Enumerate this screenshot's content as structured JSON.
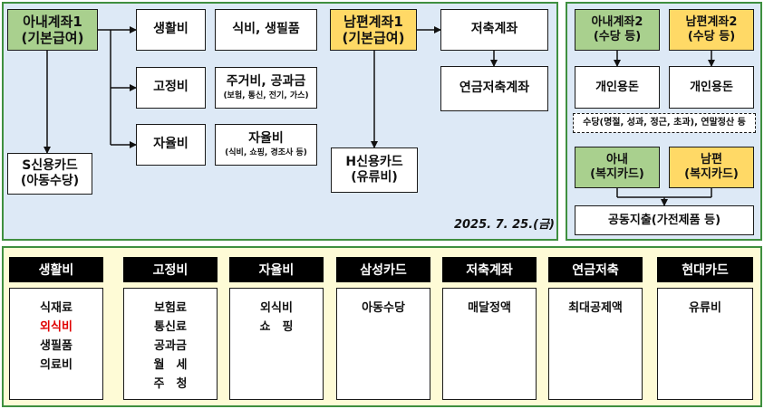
{
  "top_left": {
    "wife_account": {
      "line1": "아내계좌1",
      "line2": "(기본급여)"
    },
    "living": "생활비",
    "living_detail": "식비, 생필품",
    "fixed": "고정비",
    "fixed_detail": {
      "line1": "주거비, 공과금",
      "line2": "(보험, 통신, 전기, 가스)"
    },
    "free": "자율비",
    "free_detail": {
      "line1": "자율비",
      "line2": "(식비, 쇼핑, 경조사 등)"
    },
    "s_card": {
      "line1": "S신용카드",
      "line2": "(아동수당)"
    },
    "husband_account": {
      "line1": "남편계좌1",
      "line2": "(기본급여)"
    },
    "savings": "저축계좌",
    "pension": "연금저축계좌",
    "h_card": {
      "line1": "H신용카드",
      "line2": "(유류비)"
    },
    "date": "2025. 7. 25.(금)"
  },
  "top_right": {
    "wife_account2": {
      "line1": "아내계좌2",
      "line2": "(수당 등)"
    },
    "husband_account2": {
      "line1": "남편계좌2",
      "line2": "(수당 등)"
    },
    "allowance_wife": "개인용돈",
    "allowance_husband": "개인용돈",
    "note": "수당(명절, 성과, 정근, 초과), 연말정산 등",
    "wife_welfare": {
      "line1": "아내",
      "line2": "(복지카드)"
    },
    "husband_welfare": {
      "line1": "남편",
      "line2": "(복지카드)"
    },
    "joint": "공동지출(가전제품 등)"
  },
  "bottom": {
    "columns": [
      {
        "header": "생활비",
        "items": [
          {
            "text": "식재료",
            "highlight": false
          },
          {
            "text": "외식비",
            "highlight": true
          },
          {
            "text": "생필품",
            "highlight": false
          },
          {
            "text": "의료비",
            "highlight": false
          }
        ]
      },
      {
        "header": "고정비",
        "items": [
          {
            "text": "보험료",
            "highlight": false
          },
          {
            "text": "통신료",
            "highlight": false
          },
          {
            "text": "공과금",
            "highlight": false
          },
          {
            "text": "월　세",
            "highlight": false
          },
          {
            "text": "주　청",
            "highlight": false
          }
        ]
      },
      {
        "header": "자율비",
        "items": [
          {
            "text": "외식비",
            "highlight": false
          },
          {
            "text": "쇼　핑",
            "highlight": false
          }
        ]
      },
      {
        "header": "삼성카드",
        "items": [
          {
            "text": "아동수당",
            "highlight": false
          }
        ]
      },
      {
        "header": "저축계좌",
        "items": [
          {
            "text": "매달정액",
            "highlight": false
          }
        ]
      },
      {
        "header": "연금저축",
        "items": [
          {
            "text": "최대공제액",
            "highlight": false
          }
        ]
      },
      {
        "header": "현대카드",
        "items": [
          {
            "text": "유류비",
            "highlight": false
          }
        ]
      }
    ]
  },
  "colors": {
    "panel_bg_top": "#dde9f6",
    "panel_bg_bottom": "#fefbd6",
    "panel_border": "#3f8f3f",
    "green_box": "#a9d08e",
    "yellow_box": "#ffd966",
    "highlight_text": "#e00000"
  }
}
